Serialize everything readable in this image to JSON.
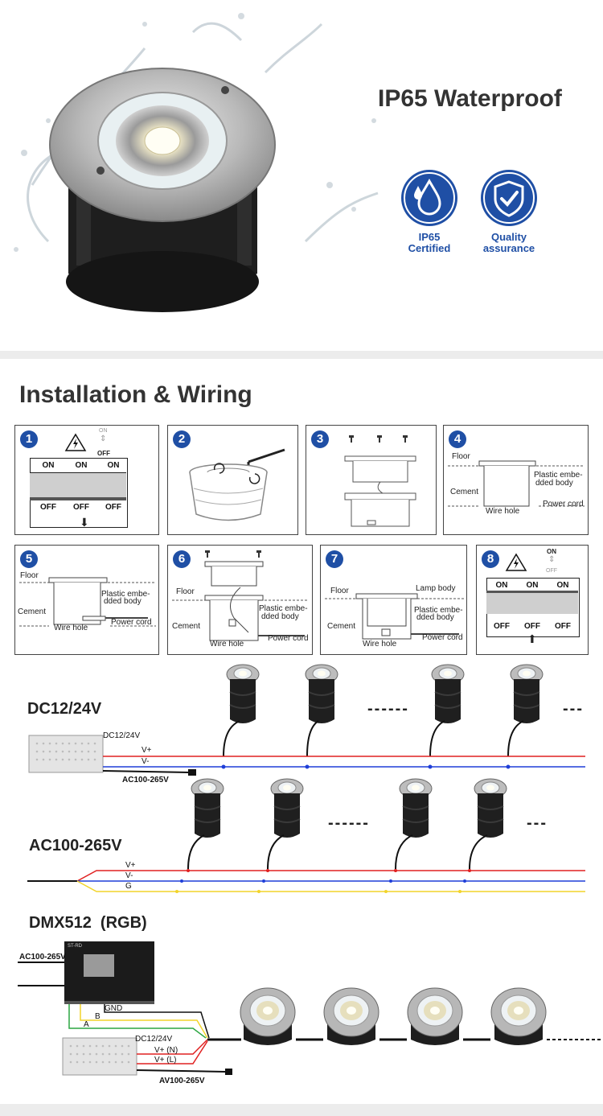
{
  "hero": {
    "title": "IP65 Waterproof",
    "badges": [
      {
        "icon": "water-drop-icon",
        "label_line1": "IP65",
        "label_line2": "Certified"
      },
      {
        "icon": "shield-check-icon",
        "label_line1": "Quality",
        "label_line2": "assurance"
      }
    ]
  },
  "installation": {
    "heading": "Installation & Wiring",
    "steps": [
      {
        "n": "1",
        "on": "ON",
        "off": "OFF",
        "arrow_on": "ON",
        "arrow_off": "OFF"
      },
      {
        "n": "2"
      },
      {
        "n": "3"
      },
      {
        "n": "4",
        "floor": "Floor",
        "cement": "Cement",
        "plastic1": "Plastic embe-",
        "plastic2": "dded body",
        "wire": "Wire hole",
        "power": "Power cord"
      },
      {
        "n": "5",
        "floor": "Floor",
        "cement": "Cement",
        "plastic1": "Plastic embe-",
        "plastic2": "dded body",
        "wire": "Wire hole",
        "power": "Power cord"
      },
      {
        "n": "6",
        "floor": "Floor",
        "cement": "Cement",
        "plastic1": "Plastic embe-",
        "plastic2": "dded body",
        "wire": "Wire hole",
        "power": "Power cord"
      },
      {
        "n": "7",
        "floor": "Floor",
        "cement": "Cement",
        "lamp": "Lamp body",
        "plastic1": "Plastic embe-",
        "plastic2": "dded body",
        "wire": "Wire hole",
        "power": "Power cord"
      },
      {
        "n": "8",
        "on": "ON",
        "off": "OFF",
        "arrow_on": "ON",
        "arrow_off": "OFF"
      }
    ]
  },
  "wiring": {
    "dc": {
      "title": "DC12/24V",
      "psu": "DC12/24V",
      "vplus": "V+",
      "vminus": "V-",
      "input": "AC100-265V",
      "dashes": "------",
      "dashes_end": "---"
    },
    "ac": {
      "title": "AC100-265V",
      "vplus": "V+",
      "vminus": "V-",
      "g": "G",
      "dashes": "------",
      "dashes_end": "---"
    },
    "dmx": {
      "title": "DMX512  (RGB)",
      "ac_in": "AC100-265V",
      "gnd": "GND",
      "b": "B",
      "a": "A",
      "psu": "DC12/24V",
      "vn": "V+ (N)",
      "vl": "V+ (L)",
      "input": "AV100-265V",
      "device_tag": "ST-RD"
    }
  },
  "colors": {
    "accent": "#1f4fa5",
    "red": "#e02020",
    "blue": "#1f3fd8",
    "yellow": "#f2d42a",
    "green": "#2aa640"
  }
}
